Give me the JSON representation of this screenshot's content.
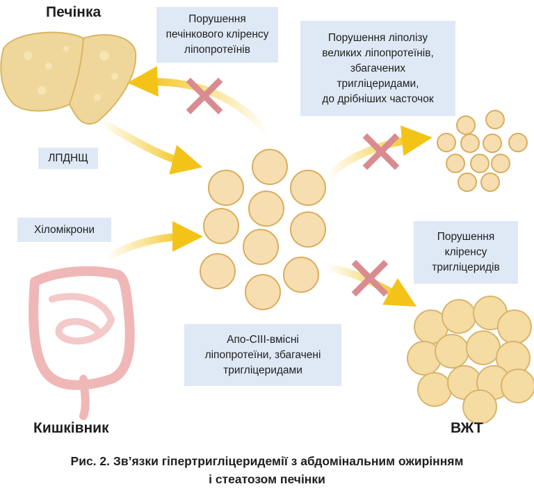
{
  "organs": {
    "liver": "Печінка",
    "intestine": "Кишківник",
    "adipose": "ВЖТ"
  },
  "labels": {
    "liver_clearance": "Порушення\nпечінкового кліренсу\nліпопротеїнів",
    "lipolysis": "Порушення ліполізу\nвеликих ліпопротеїнів,\nзбагачених\nтригліцеридами,\nдо дрібніших часточок",
    "vldl": "ЛПДНЩ",
    "chylomicrons": "Хіломікрони",
    "tg_clearance": "Порушення\nкліренсу\nтригліцеридів",
    "apo_c3": "Апо-CIII-вмісні\nліпопротеїни, збагачені\nтригліцеридами"
  },
  "caption": {
    "line1": "Рис. 2. Зв’язки гіпертригліцеридемії з абдомінальним ожирінням",
    "line2": "і стеатозом печінки"
  },
  "colors": {
    "arrow": "#f3c318",
    "block": "#d98c8f",
    "box": "#dfe9f5",
    "particle": "#f6deb0",
    "particle_edge": "#d9ad5c"
  }
}
